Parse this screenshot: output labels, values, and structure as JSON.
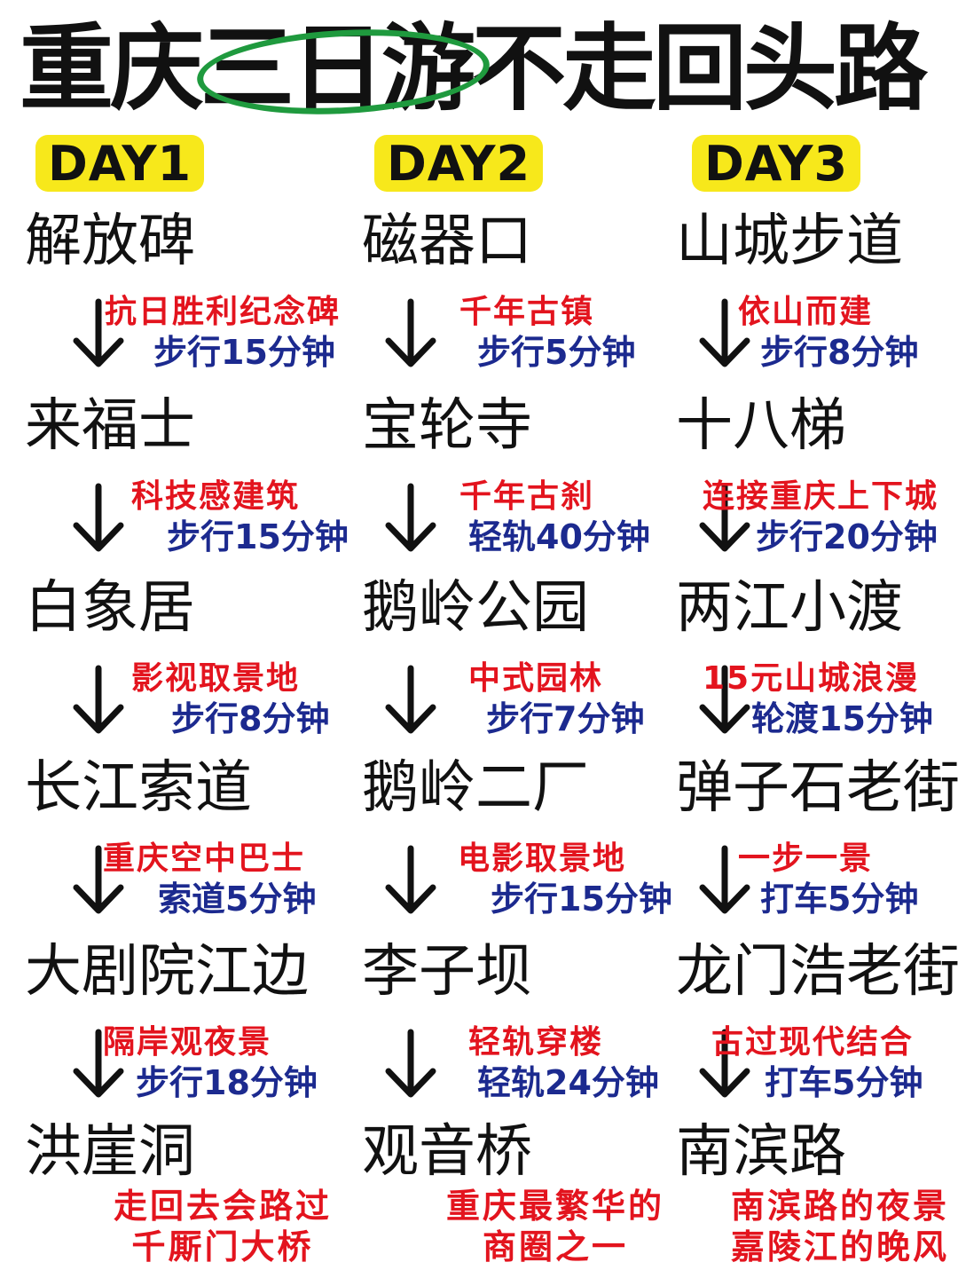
{
  "title": "重庆三日游不走回头路",
  "colors": {
    "highlight": "#f7e81b",
    "circle": "#1f9a3e",
    "red": "#e3141e",
    "blue": "#1c2a8f"
  },
  "days": [
    {
      "label": "DAY1",
      "places": [
        "解放碑",
        "来福士",
        "白象居",
        "长江索道",
        "大剧院江边",
        "洪崖洞"
      ],
      "steps": [
        {
          "note": "抗日胜利纪念碑",
          "transport": "步行15分钟"
        },
        {
          "note": "科技感建筑",
          "transport": "步行15分钟"
        },
        {
          "note": "影视取景地",
          "transport": "步行8分钟"
        },
        {
          "note": "重庆空中巴士",
          "transport": "索道5分钟"
        },
        {
          "note": "隔岸观夜景",
          "transport": "步行18分钟"
        }
      ],
      "final_note": [
        "走回去会路过",
        "千厮门大桥"
      ]
    },
    {
      "label": "DAY2",
      "places": [
        "磁器口",
        "宝轮寺",
        "鹅岭公园",
        "鹅岭二厂",
        "李子坝",
        "观音桥"
      ],
      "steps": [
        {
          "note": "千年古镇",
          "transport": "步行5分钟"
        },
        {
          "note": "千年古刹",
          "transport": "轻轨40分钟"
        },
        {
          "note": "中式园林",
          "transport": "步行7分钟"
        },
        {
          "note": "电影取景地",
          "transport": "步行15分钟"
        },
        {
          "note": "轻轨穿楼",
          "transport": "轻轨24分钟"
        }
      ],
      "final_note": [
        "重庆最繁华的",
        "商圈之一"
      ]
    },
    {
      "label": "DAY3",
      "places": [
        "山城步道",
        "十八梯",
        "两江小渡",
        "弹子石老街",
        "龙门浩老街",
        "南滨路"
      ],
      "steps": [
        {
          "note": "依山而建",
          "transport": "步行8分钟"
        },
        {
          "note": "连接重庆上下城",
          "transport": "步行20分钟"
        },
        {
          "note": "15元山城浪漫",
          "transport": "轮渡15分钟"
        },
        {
          "note": "一步一景",
          "transport": "打车5分钟"
        },
        {
          "note": "古过现代结合",
          "transport": "打车5分钟"
        }
      ],
      "final_note": [
        "南滨路的夜景",
        "嘉陵江的晚风"
      ]
    }
  ]
}
